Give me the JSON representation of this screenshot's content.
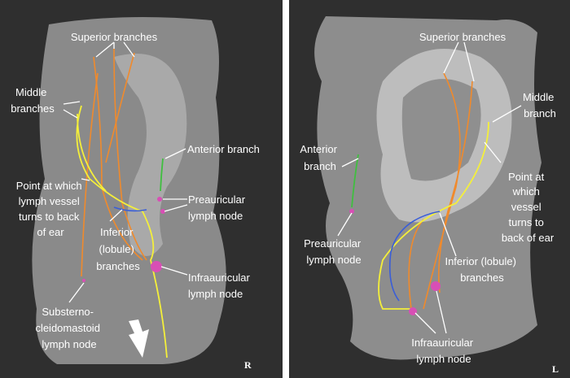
{
  "left_panel": {
    "side_marker": "R",
    "labels": {
      "superior": "Superior branches",
      "middle": [
        "Middle",
        "branches"
      ],
      "anterior": "Anterior branch",
      "turn_point": [
        "Point at which",
        "lymph vessel",
        "turns to back",
        "of ear"
      ],
      "preauricular": [
        "Preauricular",
        "lymph node"
      ],
      "inferior": [
        "Inferior",
        "(lobule)",
        "branches"
      ],
      "infraauricular": [
        "Infraauricular",
        "lymph node"
      ],
      "substerno": [
        "Substerno-",
        "cleidomastoid",
        "lymph node"
      ]
    }
  },
  "right_panel": {
    "side_marker": "L",
    "labels": {
      "superior": "Superior branches",
      "middle": [
        "Middle",
        "branch"
      ],
      "anterior": [
        "Anterior",
        "branch"
      ],
      "turn_point": [
        "Point at",
        "which",
        "vessel",
        "turns to",
        "back of ear"
      ],
      "preauricular": [
        "Preauricular",
        "lymph node"
      ],
      "inferior": [
        "Inferior (lobule)",
        "branches"
      ],
      "infraauricular": [
        "Infraauricular",
        "lymph node"
      ]
    }
  },
  "colors": {
    "superficial_vessel": "#f08a2c",
    "deep_vessel": "#f4ef3a",
    "inferior_vessel": "#3a5ed8",
    "anterior_vessel": "#3fbf3f",
    "lymph_node": "#d84fb5"
  }
}
